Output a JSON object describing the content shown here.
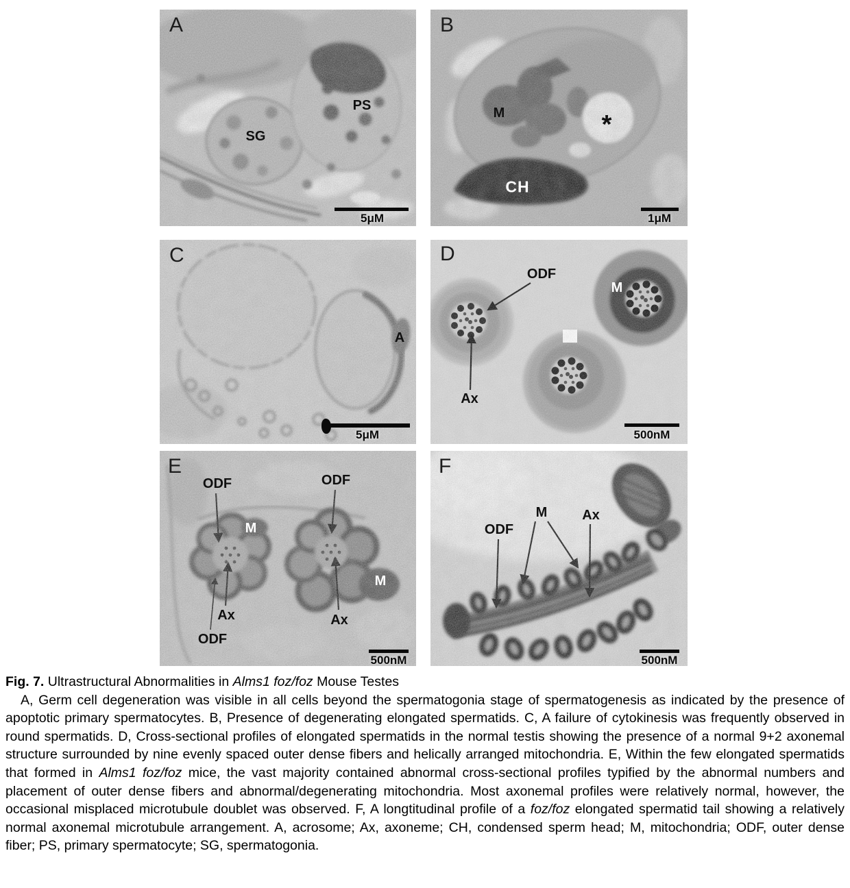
{
  "figure": {
    "panels": [
      {
        "letter": "A",
        "scale_bar": "5μM",
        "labels": {
          "sg": "SG",
          "ps": "PS"
        }
      },
      {
        "letter": "B",
        "scale_bar": "1μM",
        "labels": {
          "m": "M",
          "asterisk": "*",
          "ch": "CH"
        }
      },
      {
        "letter": "C",
        "scale_bar": "5μM",
        "labels": {
          "a": "A"
        }
      },
      {
        "letter": "D",
        "scale_bar": "500nM",
        "labels": {
          "odf": "ODF",
          "m": "M",
          "ax": "Ax"
        }
      },
      {
        "letter": "E",
        "scale_bar": "500nM",
        "labels": {
          "odf_top_left": "ODF",
          "odf_top_right": "ODF",
          "m_left": "M",
          "m_right": "M",
          "ax_left": "Ax",
          "ax_right": "Ax",
          "odf_bottom_left": "ODF"
        }
      },
      {
        "letter": "F",
        "scale_bar": "500nM",
        "labels": {
          "odf": "ODF",
          "m": "M",
          "ax": "Ax"
        }
      }
    ]
  },
  "caption": {
    "title_segments": [
      {
        "text": "Fig. 7."
      },
      {
        "text": " Ultrastructural Abnormalities in "
      },
      {
        "text": "Alms1 foz/foz"
      },
      {
        "text": " Mouse Testes"
      }
    ],
    "body_segments": [
      {
        "text": "A, Germ cell degeneration was visible in all cells beyond the spermatogonia stage of spermatogenesis as indicated by the presence of apoptotic primary spermatocytes. B, Presence of degenerating elongated spermatids. C, A failure of cytokinesis was frequently observed in round spermatids. D, Cross-sectional profiles of elongated spermatids in the normal testis showing the presence of a normal 9+2 axonemal structure surrounded by nine evenly spaced outer dense fibers and helically arranged mitochondria. E, Within the few elongated spermatids that formed in "
      },
      {
        "text": "Alms1 foz/foz"
      },
      {
        "text": " mice, the vast majority contained abnormal cross-sectional profiles typified by the abnormal numbers and placement of outer dense fibers and abnormal/degenerating mitochondria. Most axonemal profiles were relatively normal, however, the occasional misplaced microtubule doublet was observed. F, A longtitudinal profile of a "
      },
      {
        "text": "foz/foz"
      },
      {
        "text": " elongated spermatid tail showing a relatively normal axonemal microtubule arrangement. A, acrosome; Ax, axoneme; CH, condensed sperm head; M, mitochondria; ODF, outer dense fiber; PS, primary spermatocyte; SG, spermatogonia."
      }
    ]
  }
}
